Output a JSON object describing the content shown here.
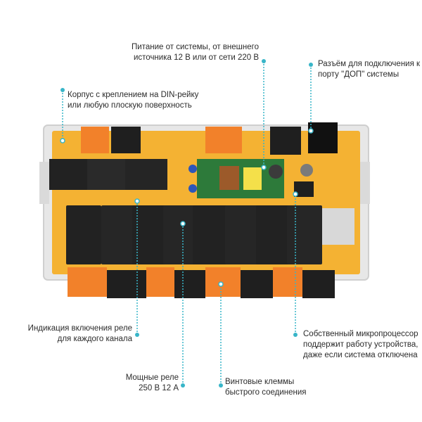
{
  "colors": {
    "board": "#f4b233",
    "housing": "#e9e9e9",
    "terminal_orange": "#f2812a",
    "terminal_black": "#1f1f1f",
    "relay_black": "#222222",
    "pcb_green": "#2d7a3a",
    "callout_line": "#38b5c8"
  },
  "callouts": {
    "power": [
      "Питание от системы, от внешнего",
      "источника 12 В или от сети 220 В"
    ],
    "connector": [
      "Разъём для подключения к",
      "порту \"ДОП\" системы"
    ],
    "housing": [
      "Корпус с креплением на DIN-рейку",
      "или любую плоскую поверхность"
    ],
    "indication": [
      "Индикация включения реле",
      "для каждого канала"
    ],
    "processor": [
      "Собственный микропроцессор",
      "поддержит работу устройства,",
      "даже если система отключена"
    ],
    "relays": [
      "Мощные реле",
      "250 В 12 А"
    ],
    "terminals": [
      "Винтовые клеммы",
      "быстрого соединения"
    ]
  }
}
